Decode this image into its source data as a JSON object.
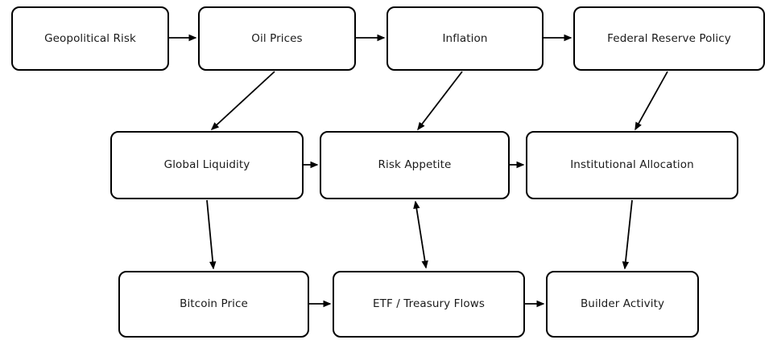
{
  "diagram": {
    "colors": {
      "background": "#ffffff",
      "stroke": "#000000",
      "text": "#1a1a1a"
    },
    "nodes": [
      {
        "id": "geopolitical_risk",
        "label": "Geopolitical Risk"
      },
      {
        "id": "oil_prices",
        "label": "Oil Prices"
      },
      {
        "id": "inflation",
        "label": "Inflation"
      },
      {
        "id": "federal_reserve_policy",
        "label": "Federal Reserve Policy"
      },
      {
        "id": "global_liquidity",
        "label": "Global Liquidity"
      },
      {
        "id": "risk_appetite",
        "label": "Risk Appetite"
      },
      {
        "id": "institutional_allocation",
        "label": "Institutional Allocation"
      },
      {
        "id": "bitcoin_price",
        "label": "Bitcoin Price"
      },
      {
        "id": "etf_treasury_flows",
        "label": "ETF / Treasury Flows"
      },
      {
        "id": "builder_activity",
        "label": "Builder Activity"
      }
    ],
    "edges": [
      {
        "from": "geopolitical_risk",
        "to": "oil_prices",
        "bidirectional": false
      },
      {
        "from": "oil_prices",
        "to": "inflation",
        "bidirectional": false
      },
      {
        "from": "inflation",
        "to": "federal_reserve_policy",
        "bidirectional": false
      },
      {
        "from": "oil_prices",
        "to": "global_liquidity",
        "bidirectional": false
      },
      {
        "from": "inflation",
        "to": "risk_appetite",
        "bidirectional": false
      },
      {
        "from": "federal_reserve_policy",
        "to": "institutional_allocation",
        "bidirectional": false
      },
      {
        "from": "global_liquidity",
        "to": "risk_appetite",
        "bidirectional": false
      },
      {
        "from": "risk_appetite",
        "to": "institutional_allocation",
        "bidirectional": false
      },
      {
        "from": "global_liquidity",
        "to": "bitcoin_price",
        "bidirectional": false
      },
      {
        "from": "risk_appetite",
        "to": "etf_treasury_flows",
        "bidirectional": true
      },
      {
        "from": "institutional_allocation",
        "to": "builder_activity",
        "bidirectional": false
      },
      {
        "from": "bitcoin_price",
        "to": "etf_treasury_flows",
        "bidirectional": false
      },
      {
        "from": "etf_treasury_flows",
        "to": "builder_activity",
        "bidirectional": false
      }
    ]
  }
}
